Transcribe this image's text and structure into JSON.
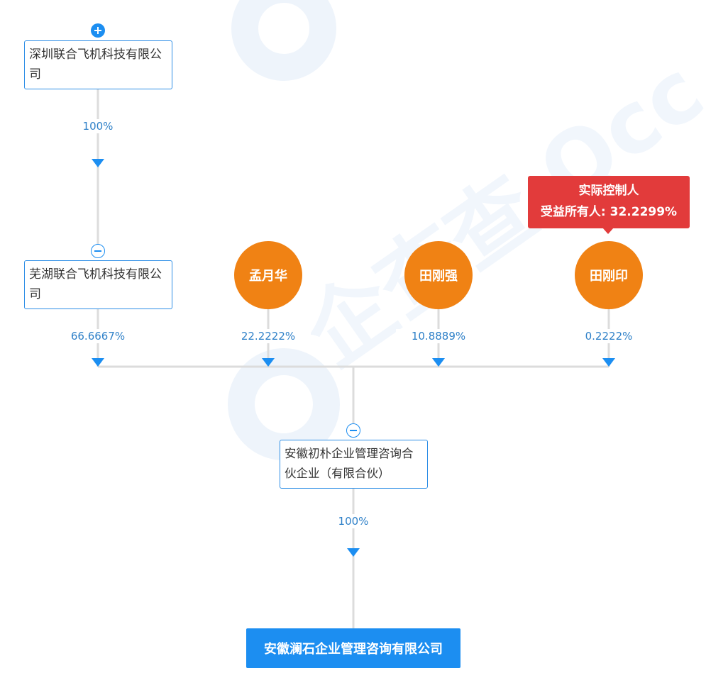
{
  "colors": {
    "line": "#dcdcdc",
    "arrow": "#1c8ef1",
    "node_border": "#2d8ee6",
    "person": "#f08214",
    "target": "#1c8ef1",
    "callout": "#e23b3b",
    "percent_text": "#2e80c8",
    "watermark": "#eef4fb"
  },
  "nodes": {
    "shenzhen": {
      "name": "深圳联合飞机科技有限公司",
      "toggle": "plus-icon"
    },
    "wuhu": {
      "name": "芜湖联合飞机科技有限公司",
      "toggle": "minus-icon"
    },
    "meng": {
      "name": "孟月华"
    },
    "tianqiang": {
      "name": "田刚强"
    },
    "tianyin": {
      "name": "田刚印"
    },
    "anhui_chupu": {
      "name": "安徽初朴企业管理咨询合伙企业（有限合伙）",
      "toggle": "minus-icon"
    },
    "target": {
      "name": "安徽澜石企业管理咨询有限公司"
    }
  },
  "edges": {
    "shenzhen_to_wuhu": "100%",
    "wuhu_to_chupu": "66.6667%",
    "meng_to_chupu": "22.2222%",
    "tianqiang_to_chupu": "10.8889%",
    "tianyin_to_chupu": "0.2222%",
    "chupu_to_target": "100%"
  },
  "callout": {
    "role": "实际控制人",
    "beneficial_label": "受益所有人: 32.2299%"
  },
  "watermark_text": "企查查 Qcc.com"
}
